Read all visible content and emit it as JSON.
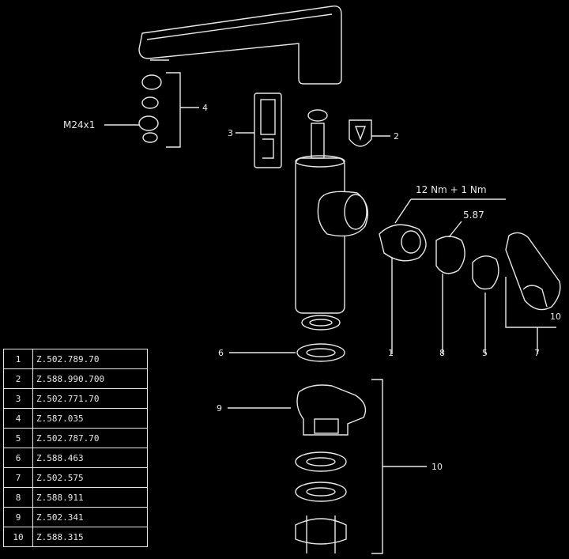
{
  "notes": {
    "torque": "12 Nm + 1 Nm",
    "thread": "M24x1",
    "tool": "5.87"
  },
  "callouts": {
    "c_aerator": "4",
    "c_cartridge": "3",
    "c_check": "2",
    "c_torque_part": "1",
    "c_ring": "8",
    "c_cap": "5",
    "c_handle": "7",
    "c_handle_x": "10",
    "c_washer": "6",
    "c_body": "9",
    "c_mount": "10"
  },
  "parts_table": [
    {
      "pos": "1",
      "number": "Z.502.789.70"
    },
    {
      "pos": "2",
      "number": "Z.588.990.700"
    },
    {
      "pos": "3",
      "number": "Z.502.771.70"
    },
    {
      "pos": "4",
      "number": "Z.587.035"
    },
    {
      "pos": "5",
      "number": "Z.502.787.70"
    },
    {
      "pos": "6",
      "number": "Z.588.463"
    },
    {
      "pos": "7",
      "number": "Z.502.575"
    },
    {
      "pos": "8",
      "number": "Z.588.911"
    },
    {
      "pos": "9",
      "number": "Z.502.341"
    },
    {
      "pos": "10",
      "number": "Z.588.315"
    }
  ]
}
